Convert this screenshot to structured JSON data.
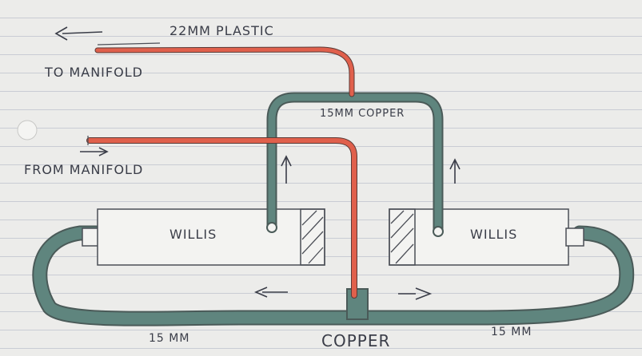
{
  "labels": {
    "pipe_top": "22MM PLASTIC",
    "to_manifold": "TO MANIFOLD",
    "from_manifold": "FROM MANIFOLD",
    "copper_top": "15MM COPPER",
    "cylinder_left": "WILLIS",
    "cylinder_right": "WILLIS",
    "bottom_left": "15 MM",
    "bottom_center": "COPPER",
    "bottom_right": "15 MM"
  },
  "colors": {
    "paper": "#ececea",
    "ruled_line": "#c9ccd4",
    "plastic_pipe": "#e0604c",
    "copper_pipe": "#5f857e",
    "ink": "#3a3d48"
  },
  "icons": {
    "arrow_to_manifold": "arrow-left-icon",
    "arrow_from_manifold": "arrow-right-icon",
    "flow_up_left": "arrow-up-icon",
    "flow_up_right": "arrow-up-icon",
    "flow_left": "arrow-left-icon",
    "flow_right": "arrow-right-icon"
  }
}
